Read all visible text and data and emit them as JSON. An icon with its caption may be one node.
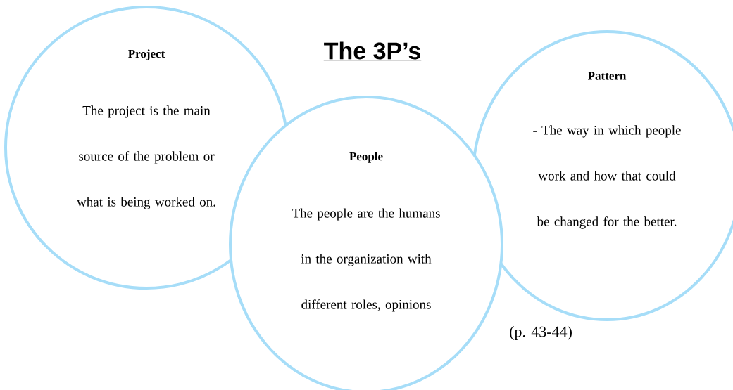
{
  "diagram": {
    "title": "The  3P’s",
    "nodes": [
      {
        "text": [
          "Project",
          "The project is the main source of the problem or what is being worked on."
        ]
      },
      {
        "text": [
          "Pattern",
          "- The way in which people work and how that could be changed for the better."
        ]
      },
      {
        "text": [
          "People",
          "The people are the humans in the organization with different roles, opinions"
        ]
      }
    ],
    "labels": [
      "(p. 43-44)"
    ]
  }
}
